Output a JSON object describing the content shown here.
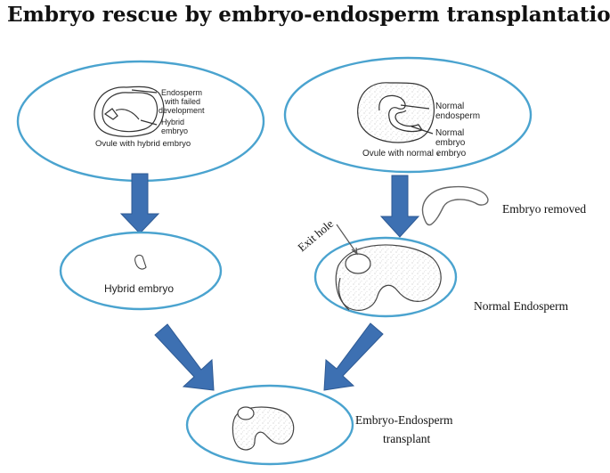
{
  "title": "Embryo rescue by embryo-endosperm transplantation",
  "hybrid_ovule": {
    "label_endosperm": [
      "Endosperm",
      "with failed",
      "development"
    ],
    "label_embryo": [
      "Hybrid",
      "embryo"
    ],
    "caption": "Ovule with hybrid embryo"
  },
  "normal_ovule": {
    "label_endosperm": [
      "Normal",
      "endosperm"
    ],
    "label_embryo": [
      "Normal",
      "embryo"
    ],
    "caption": "Ovule with normal embryo"
  },
  "hybrid_embryo": {
    "caption": "Hybrid embryo"
  },
  "embryo_removed": {
    "label": "Embryo removed"
  },
  "normal_endosperm": {
    "exit_hole_label": "Exit hole",
    "label": "Normal Endosperm"
  },
  "transplant": {
    "label": [
      "Embryo-Endosperm",
      "transplant"
    ]
  },
  "colors": {
    "ellipse_stroke": "#4aa3cf",
    "arrow_fill": "#3d70b2",
    "arrow_stroke": "#2e5a94"
  }
}
